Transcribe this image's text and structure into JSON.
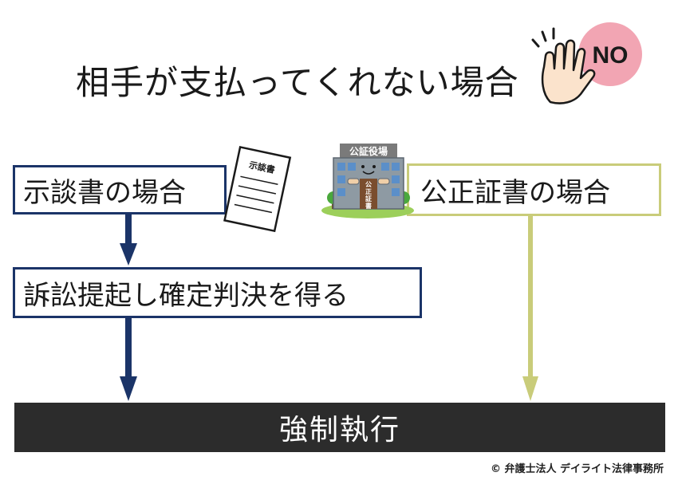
{
  "title": "相手が支払ってくれない場合",
  "no_badge": "NO",
  "left_path": {
    "box1": "示談書の場合",
    "document_label": "示談書",
    "box2": "訴訟提起し確定判決を得る"
  },
  "right_path": {
    "box": "公正証書の場合",
    "building_sign": "公証役場",
    "building_plate": [
      "公",
      "正",
      "証",
      "書"
    ]
  },
  "result": "強制執行",
  "copyright": "© 弁護士法人 デイライト法律事務所",
  "colors": {
    "navy": "#1b3468",
    "olive": "#c9cc7a",
    "bar": "#2c2c2c",
    "no_badge": "#f2a5b3"
  }
}
